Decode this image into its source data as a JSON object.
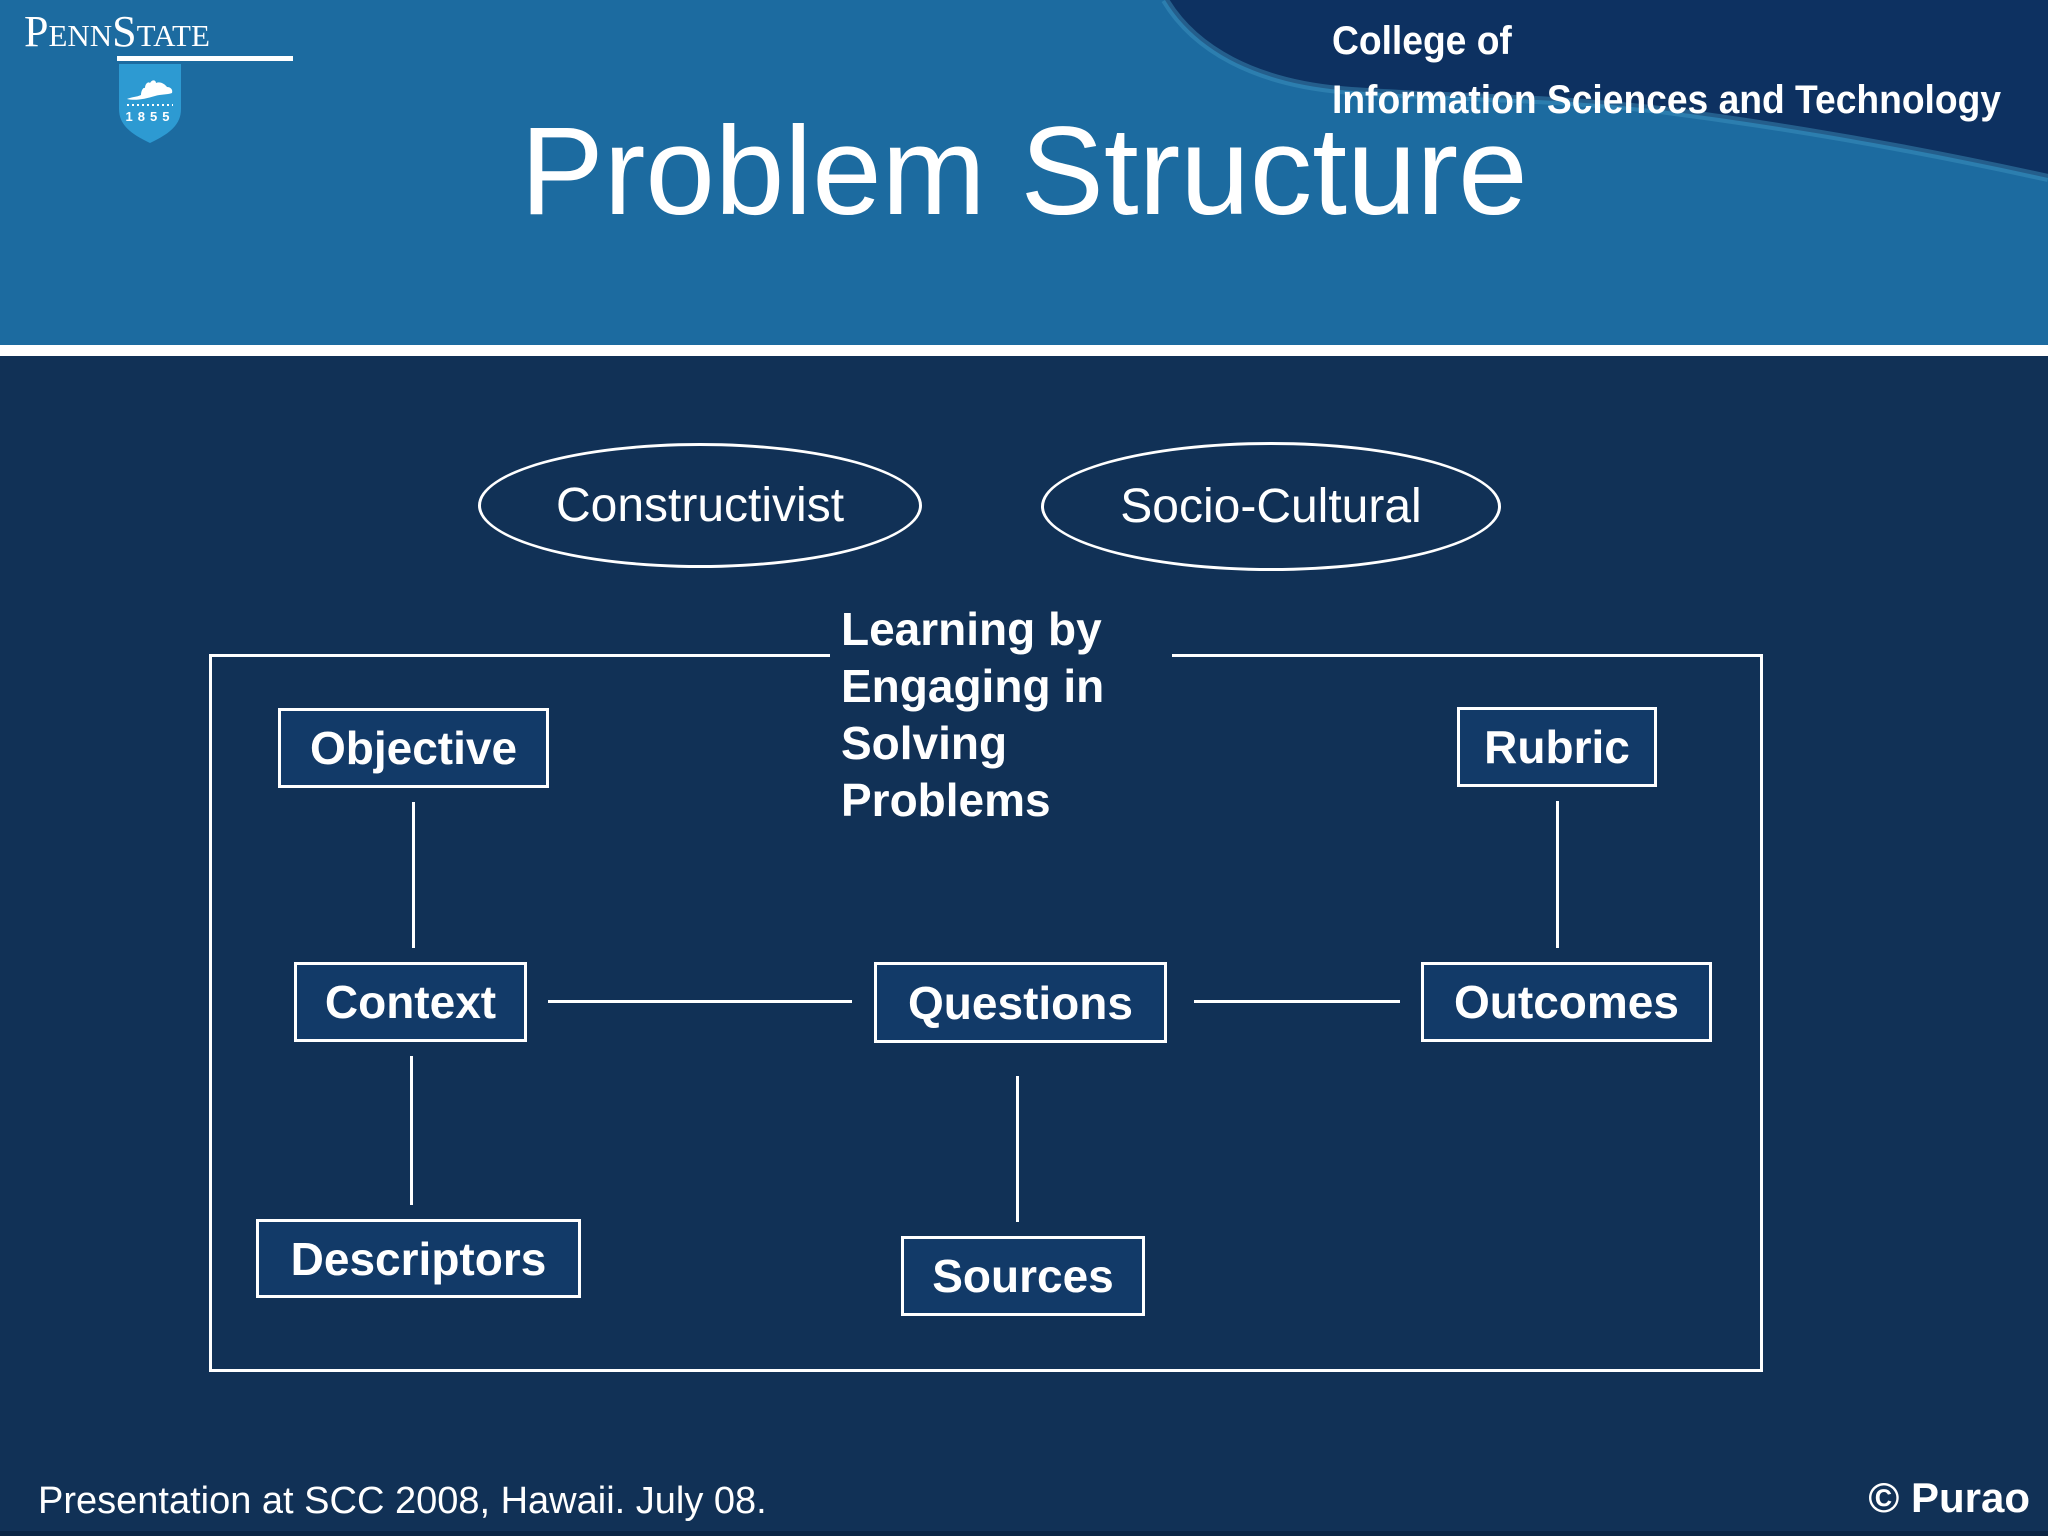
{
  "header": {
    "logo": {
      "wordmark": "PennState",
      "shield_year": "1855"
    },
    "college": {
      "line1": "College of",
      "line2": "Information Sciences and Technology"
    },
    "title": "Problem Structure"
  },
  "diagram": {
    "theories": [
      {
        "label": "Constructivist"
      },
      {
        "label": "Socio-Cultural"
      }
    ],
    "center_text": {
      "line1": "Learning by",
      "line2": "Engaging in",
      "line3": "Solving",
      "line4": "Problems"
    },
    "boxes": {
      "objective": "Objective",
      "rubric": "Rubric",
      "context": "Context",
      "questions": "Questions",
      "outcomes": "Outcomes",
      "descriptors": "Descriptors",
      "sources": "Sources"
    }
  },
  "footer": {
    "left": "Presentation at SCC 2008, Hawaii. July 08.",
    "right": "© Purao"
  },
  "colors": {
    "header_bg": "#1c6ba0",
    "body_bg": "#113156",
    "swoosh": "#0d3161",
    "swoosh_edge": "#4197c2",
    "box_bg": "#123a68",
    "shield": "#2d9ad2",
    "line": "#ffffff",
    "text": "#ffffff",
    "bottom_strip": "#0a2544"
  }
}
